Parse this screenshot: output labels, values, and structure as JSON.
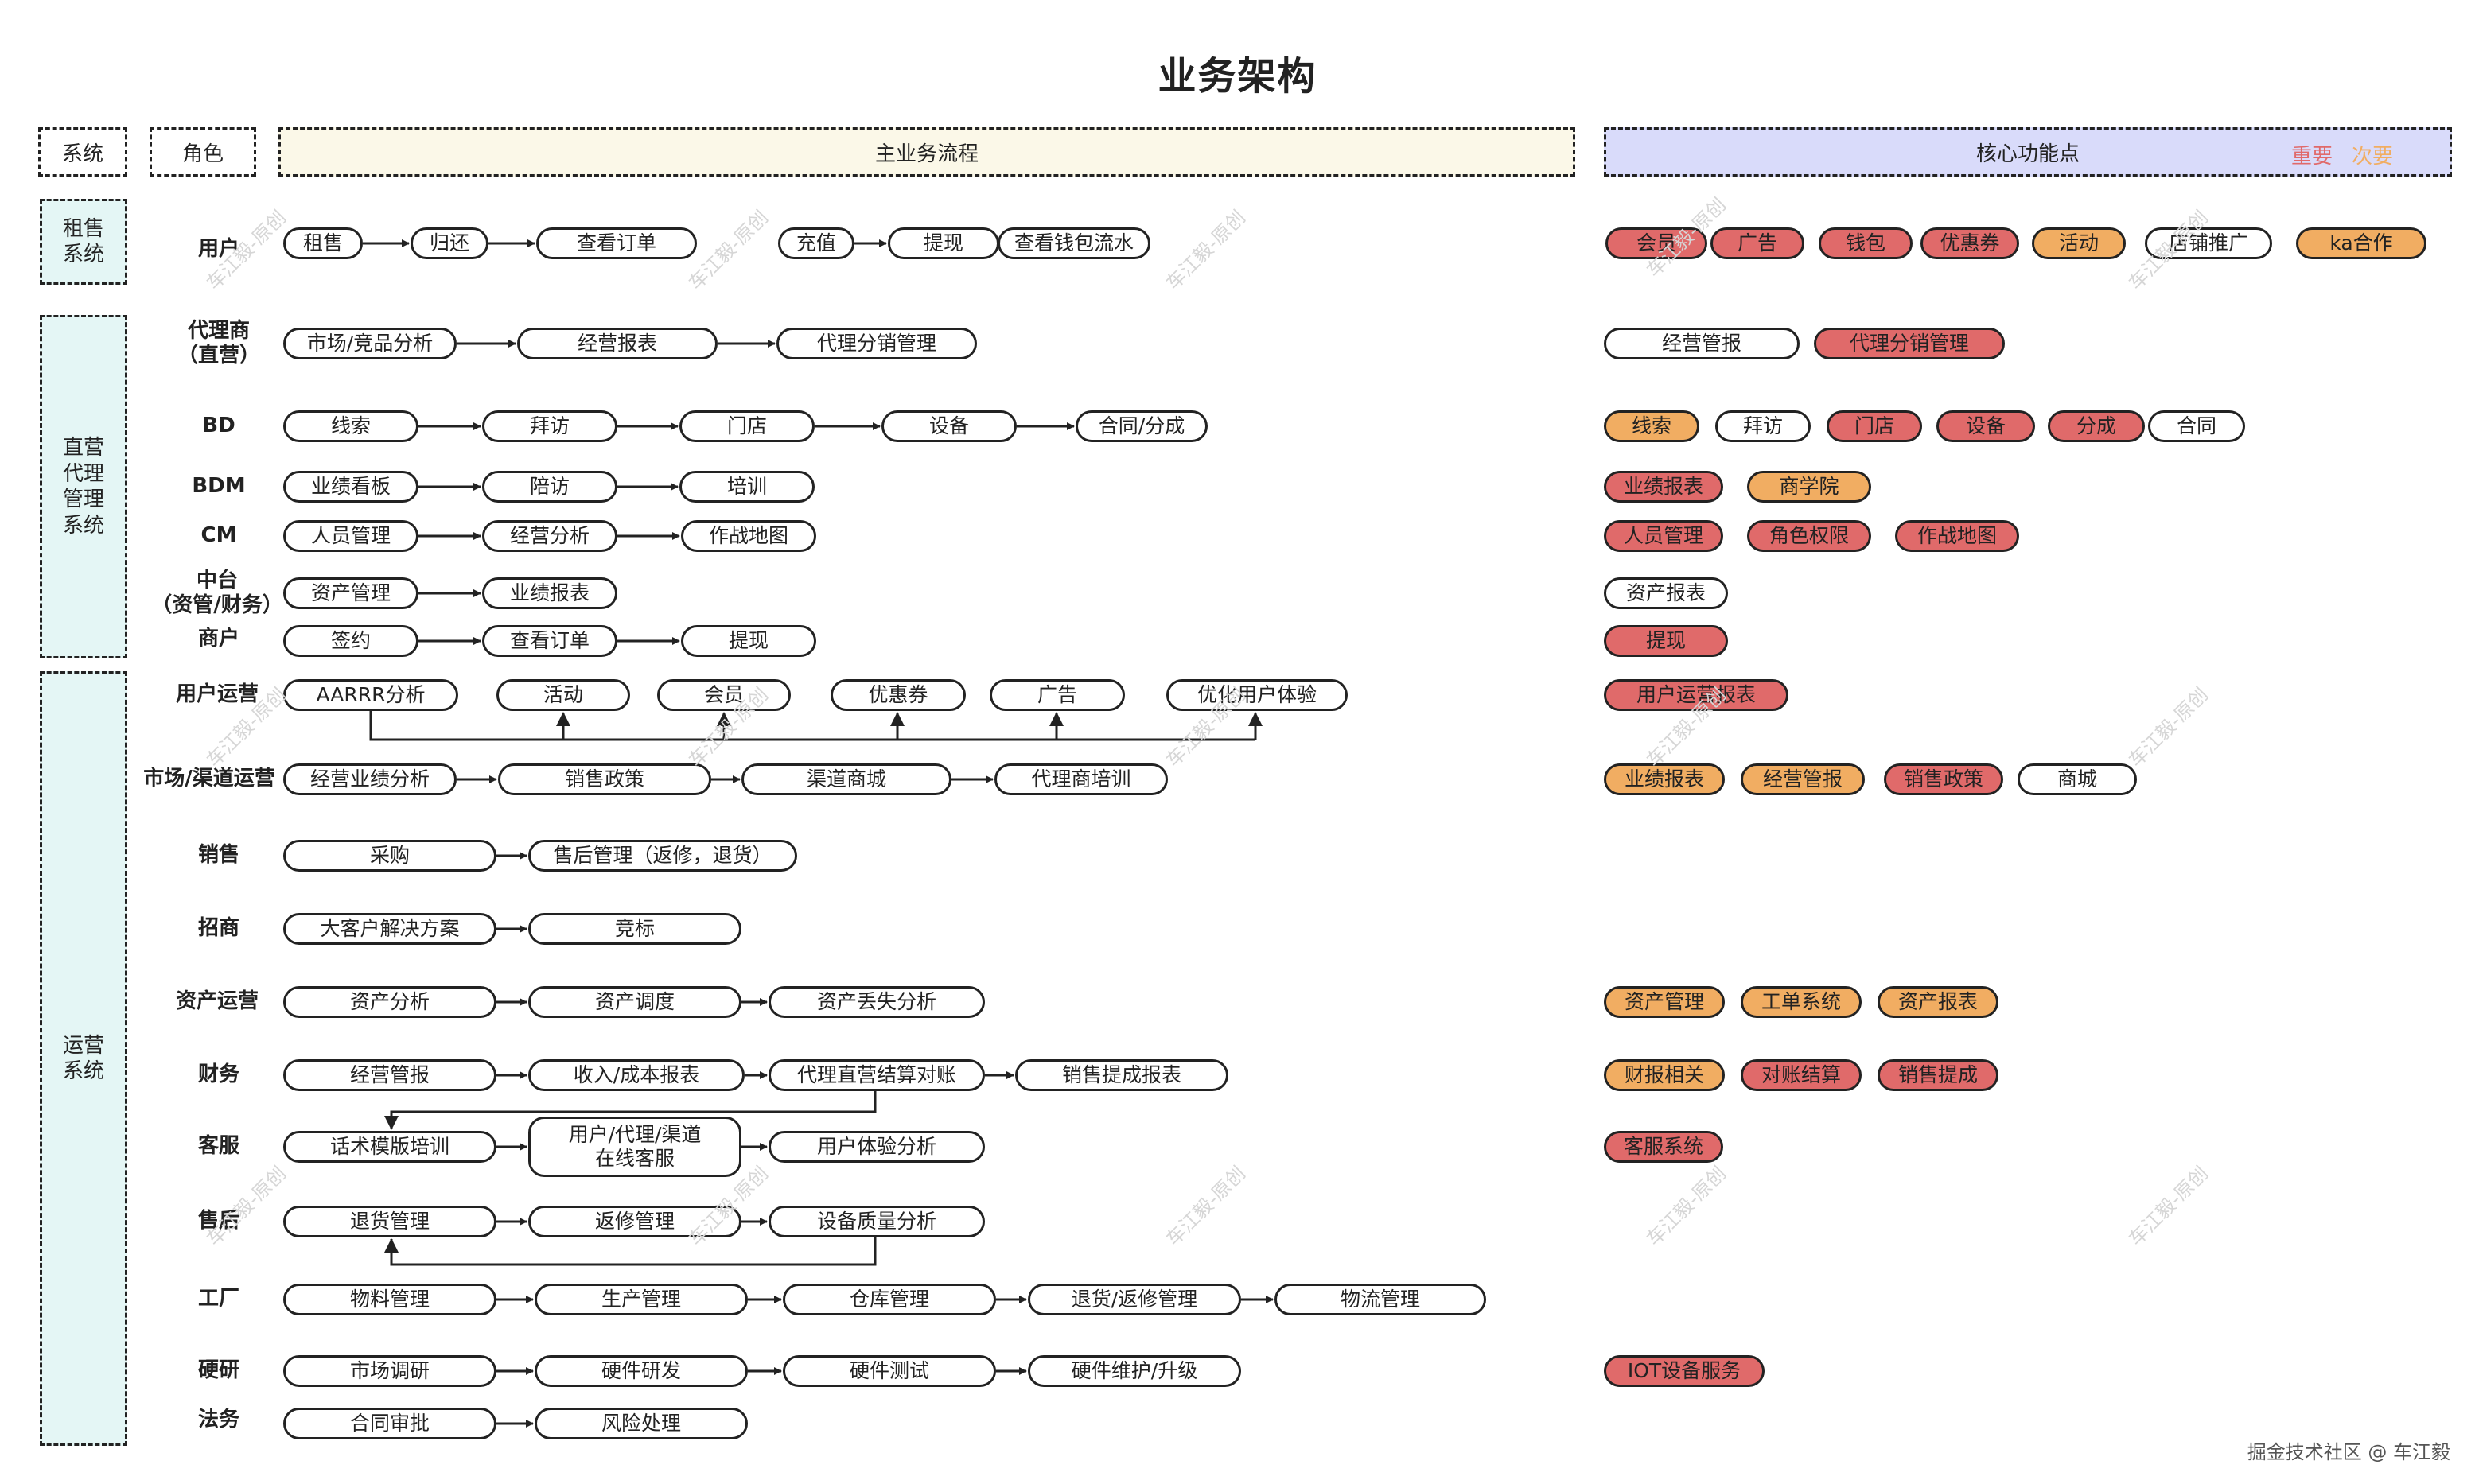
{
  "title": "业务架构",
  "headers": {
    "system": "系统",
    "role": "角色",
    "main_flow": "主业务流程",
    "core": "核心功能点",
    "legend_important": "重要",
    "legend_secondary": "次要"
  },
  "colors": {
    "important": "#e06a6a",
    "secondary": "#f1ad62",
    "system_fill": "#e4f6f5",
    "flow_header_fill": "#fbf8e8",
    "core_header_fill": "#d9dbfa"
  },
  "systems": [
    "租售\n系统",
    "直营\n代理\n管理\n系统",
    "运营\n系统"
  ],
  "roles": {
    "user": "用户",
    "agent": "代理商\n（直营）",
    "bd": "BD",
    "bdm": "BDM",
    "cm": "CM",
    "midoffice": "中台\n（资管/财务）",
    "merchant": "商户",
    "user_ops": "用户运营",
    "market_ops": "市场/渠道运营",
    "sales": "销售",
    "bizdev": "招商",
    "asset_ops": "资产运营",
    "finance": "财务",
    "cs": "客服",
    "aftersales": "售后",
    "factory": "工厂",
    "hardware": "硬研",
    "legal": "法务"
  },
  "flow": {
    "user": [
      "租售",
      "归还",
      "查看订单",
      "充值",
      "提现",
      "查看钱包流水"
    ],
    "agent": [
      "市场/竞品分析",
      "经营报表",
      "代理分销管理"
    ],
    "bd": [
      "线索",
      "拜访",
      "门店",
      "设备",
      "合同/分成"
    ],
    "bdm": [
      "业绩看板",
      "陪访",
      "培训"
    ],
    "cm": [
      "人员管理",
      "经营分析",
      "作战地图"
    ],
    "midoffice": [
      "资产管理",
      "业绩报表"
    ],
    "merchant": [
      "签约",
      "查看订单",
      "提现"
    ],
    "user_ops": [
      "AARRR分析",
      "活动",
      "会员",
      "优惠券",
      "广告",
      "优化用户体验"
    ],
    "market_ops": [
      "经营业绩分析",
      "销售政策",
      "渠道商城",
      "代理商培训"
    ],
    "sales": [
      "采购",
      "售后管理（返修，退货）"
    ],
    "bizdev": [
      "大客户解决方案",
      "竞标"
    ],
    "asset_ops": [
      "资产分析",
      "资产调度",
      "资产丢失分析"
    ],
    "finance": [
      "经营管报",
      "收入/成本报表",
      "代理直营结算对账",
      "销售提成报表"
    ],
    "cs": [
      "话术模版培训",
      "用户/代理/渠道\n在线客服",
      "用户体验分析"
    ],
    "aftersales": [
      "退货管理",
      "返修管理",
      "设备质量分析"
    ],
    "factory": [
      "物料管理",
      "生产管理",
      "仓库管理",
      "退货/返修管理",
      "物流管理"
    ],
    "hardware": [
      "市场调研",
      "硬件研发",
      "硬件测试",
      "硬件维护/升级"
    ],
    "legal": [
      "合同审批",
      "风险处理"
    ]
  },
  "core": {
    "user": [
      "会员",
      "广告",
      "钱包",
      "优惠券",
      "活动",
      "店铺推广",
      "ka合作"
    ],
    "agent": [
      "经营管报",
      "代理分销管理"
    ],
    "bd": [
      "线索",
      "拜访",
      "门店",
      "设备",
      "分成",
      "合同"
    ],
    "bdm": [
      "业绩报表",
      "商学院"
    ],
    "cm": [
      "人员管理",
      "角色权限",
      "作战地图"
    ],
    "midoffice": [
      "资产报表"
    ],
    "merchant": [
      "提现"
    ],
    "user_ops": [
      "用户运营报表"
    ],
    "market_ops": [
      "业绩报表",
      "经营管报",
      "销售政策",
      "商城"
    ],
    "asset_ops": [
      "资产管理",
      "工单系统",
      "资产报表"
    ],
    "finance": [
      "财报相关",
      "对账结算",
      "销售提成"
    ],
    "cs": [
      "客服系统"
    ],
    "hardware": [
      "IOT设备服务"
    ]
  },
  "watermark": "车江毅-原创",
  "footer": "掘金技术社区 @ 车江毅"
}
